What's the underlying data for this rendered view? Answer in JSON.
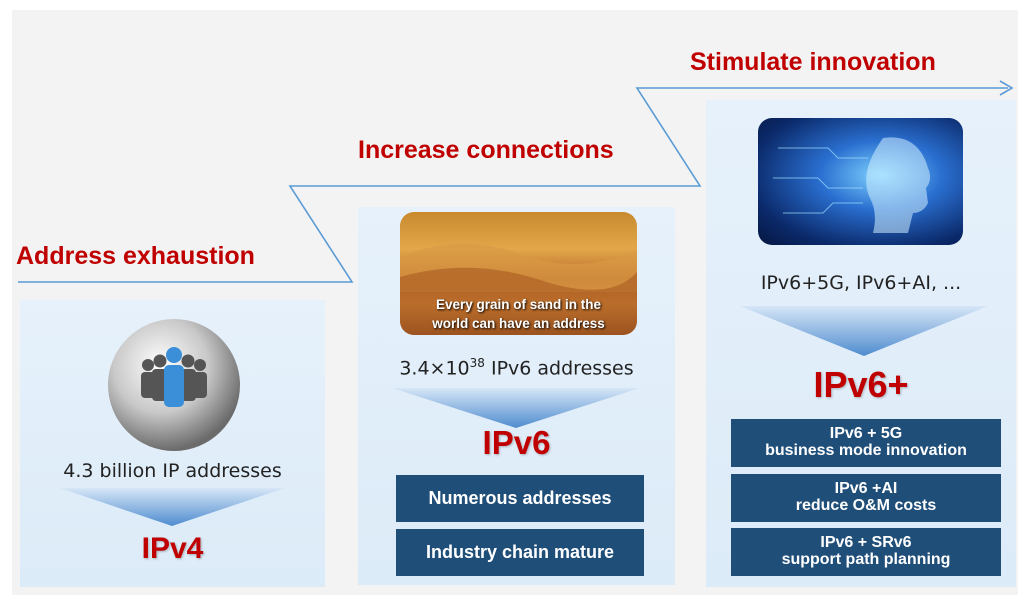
{
  "stages": [
    {
      "title": "Address exhaustion",
      "caption": "4.3 billion IP addresses",
      "label": "IPv4",
      "icon": "people-globe-icon",
      "features": []
    },
    {
      "title": "Increase connections",
      "image_caption_line1": "Every grain of sand in the",
      "image_caption_line2": "world can have an address",
      "caption_prefix": "3.4×10",
      "caption_exponent": "38",
      "caption_suffix": " IPv6 addresses",
      "label": "IPv6",
      "icon": "sand-dunes-image",
      "features": [
        "Numerous addresses",
        "Industry chain mature"
      ]
    },
    {
      "title": "Stimulate innovation",
      "caption": "IPv6+5G, IPv6+AI, ...",
      "label": "IPv6+",
      "icon": "ai-head-image",
      "features": [
        {
          "line1": "IPv6 + 5G",
          "line2": "business mode innovation"
        },
        {
          "line1": "IPv6 +AI",
          "line2": "reduce O&M costs"
        },
        {
          "line1": "IPv6 + SRv6",
          "line2": "support path planning"
        }
      ]
    }
  ],
  "colors": {
    "title": "#c00000",
    "line": "#5b9bd5",
    "feature_bg": "#1f4e79",
    "panel_bg": "#e3eef9"
  }
}
